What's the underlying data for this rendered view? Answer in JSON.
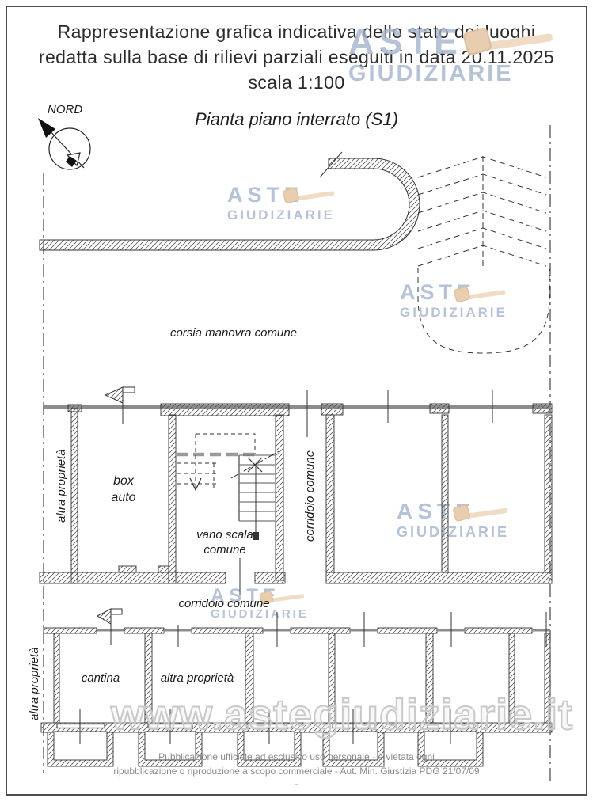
{
  "header": {
    "line1": "Rappresentazione grafica indicativa dello stato dei luoghi",
    "line2": "redatta sulla base di rilievi parziali eseguiti in data 20.11.2025",
    "line3": "scala 1:100"
  },
  "compass": {
    "label": "NORD"
  },
  "title": "Pianta piano interrato (S1)",
  "watermark": {
    "word1": "ASTE",
    "word2": "GIUDIZIARIE",
    "url": "www.astegiudiziarie.it",
    "text_color": "#aebdd3",
    "gavel_color": "#e8cdb0"
  },
  "plan": {
    "labels": {
      "corsia": "corsia manovra comune",
      "altra_prop_garage": "altra proprietà",
      "box_line1": "box",
      "box_line2": "auto",
      "vano_line1": "vano scala",
      "vano_line2": "comune",
      "corridoio_v": "corridoio comune",
      "corridoio_h": "corridoio comune",
      "altra_prop_left": "altra proprietà",
      "cantina": "cantina",
      "altra_prop_cantina": "altra proprietà"
    }
  },
  "footer": {
    "line1": "Pubblicazione ufficiale ad esclusivo uso personale - è vietata ogni",
    "line2": "ripubblicazione o riproduzione a scopo commerciale - Aut. Min. Giustizia PDG 21/07/09",
    "dash": "-"
  }
}
